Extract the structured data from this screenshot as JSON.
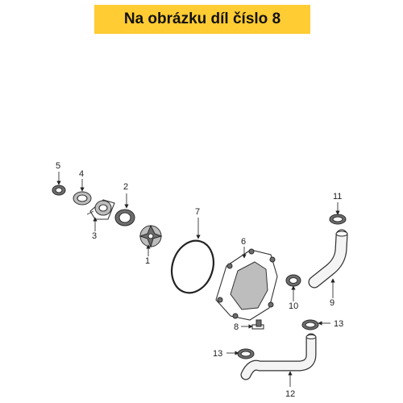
{
  "banner": {
    "text": "Na obrázku díl číslo 8",
    "background": "#ffcc33"
  },
  "callouts": {
    "p1": "1",
    "p2": "2",
    "p3": "3",
    "p4": "4",
    "p5": "5",
    "p6": "6",
    "p7": "7",
    "p8": "8",
    "p9": "9",
    "p10": "10",
    "p11": "11",
    "p12": "12",
    "p13a": "13",
    "p13b": "13"
  }
}
